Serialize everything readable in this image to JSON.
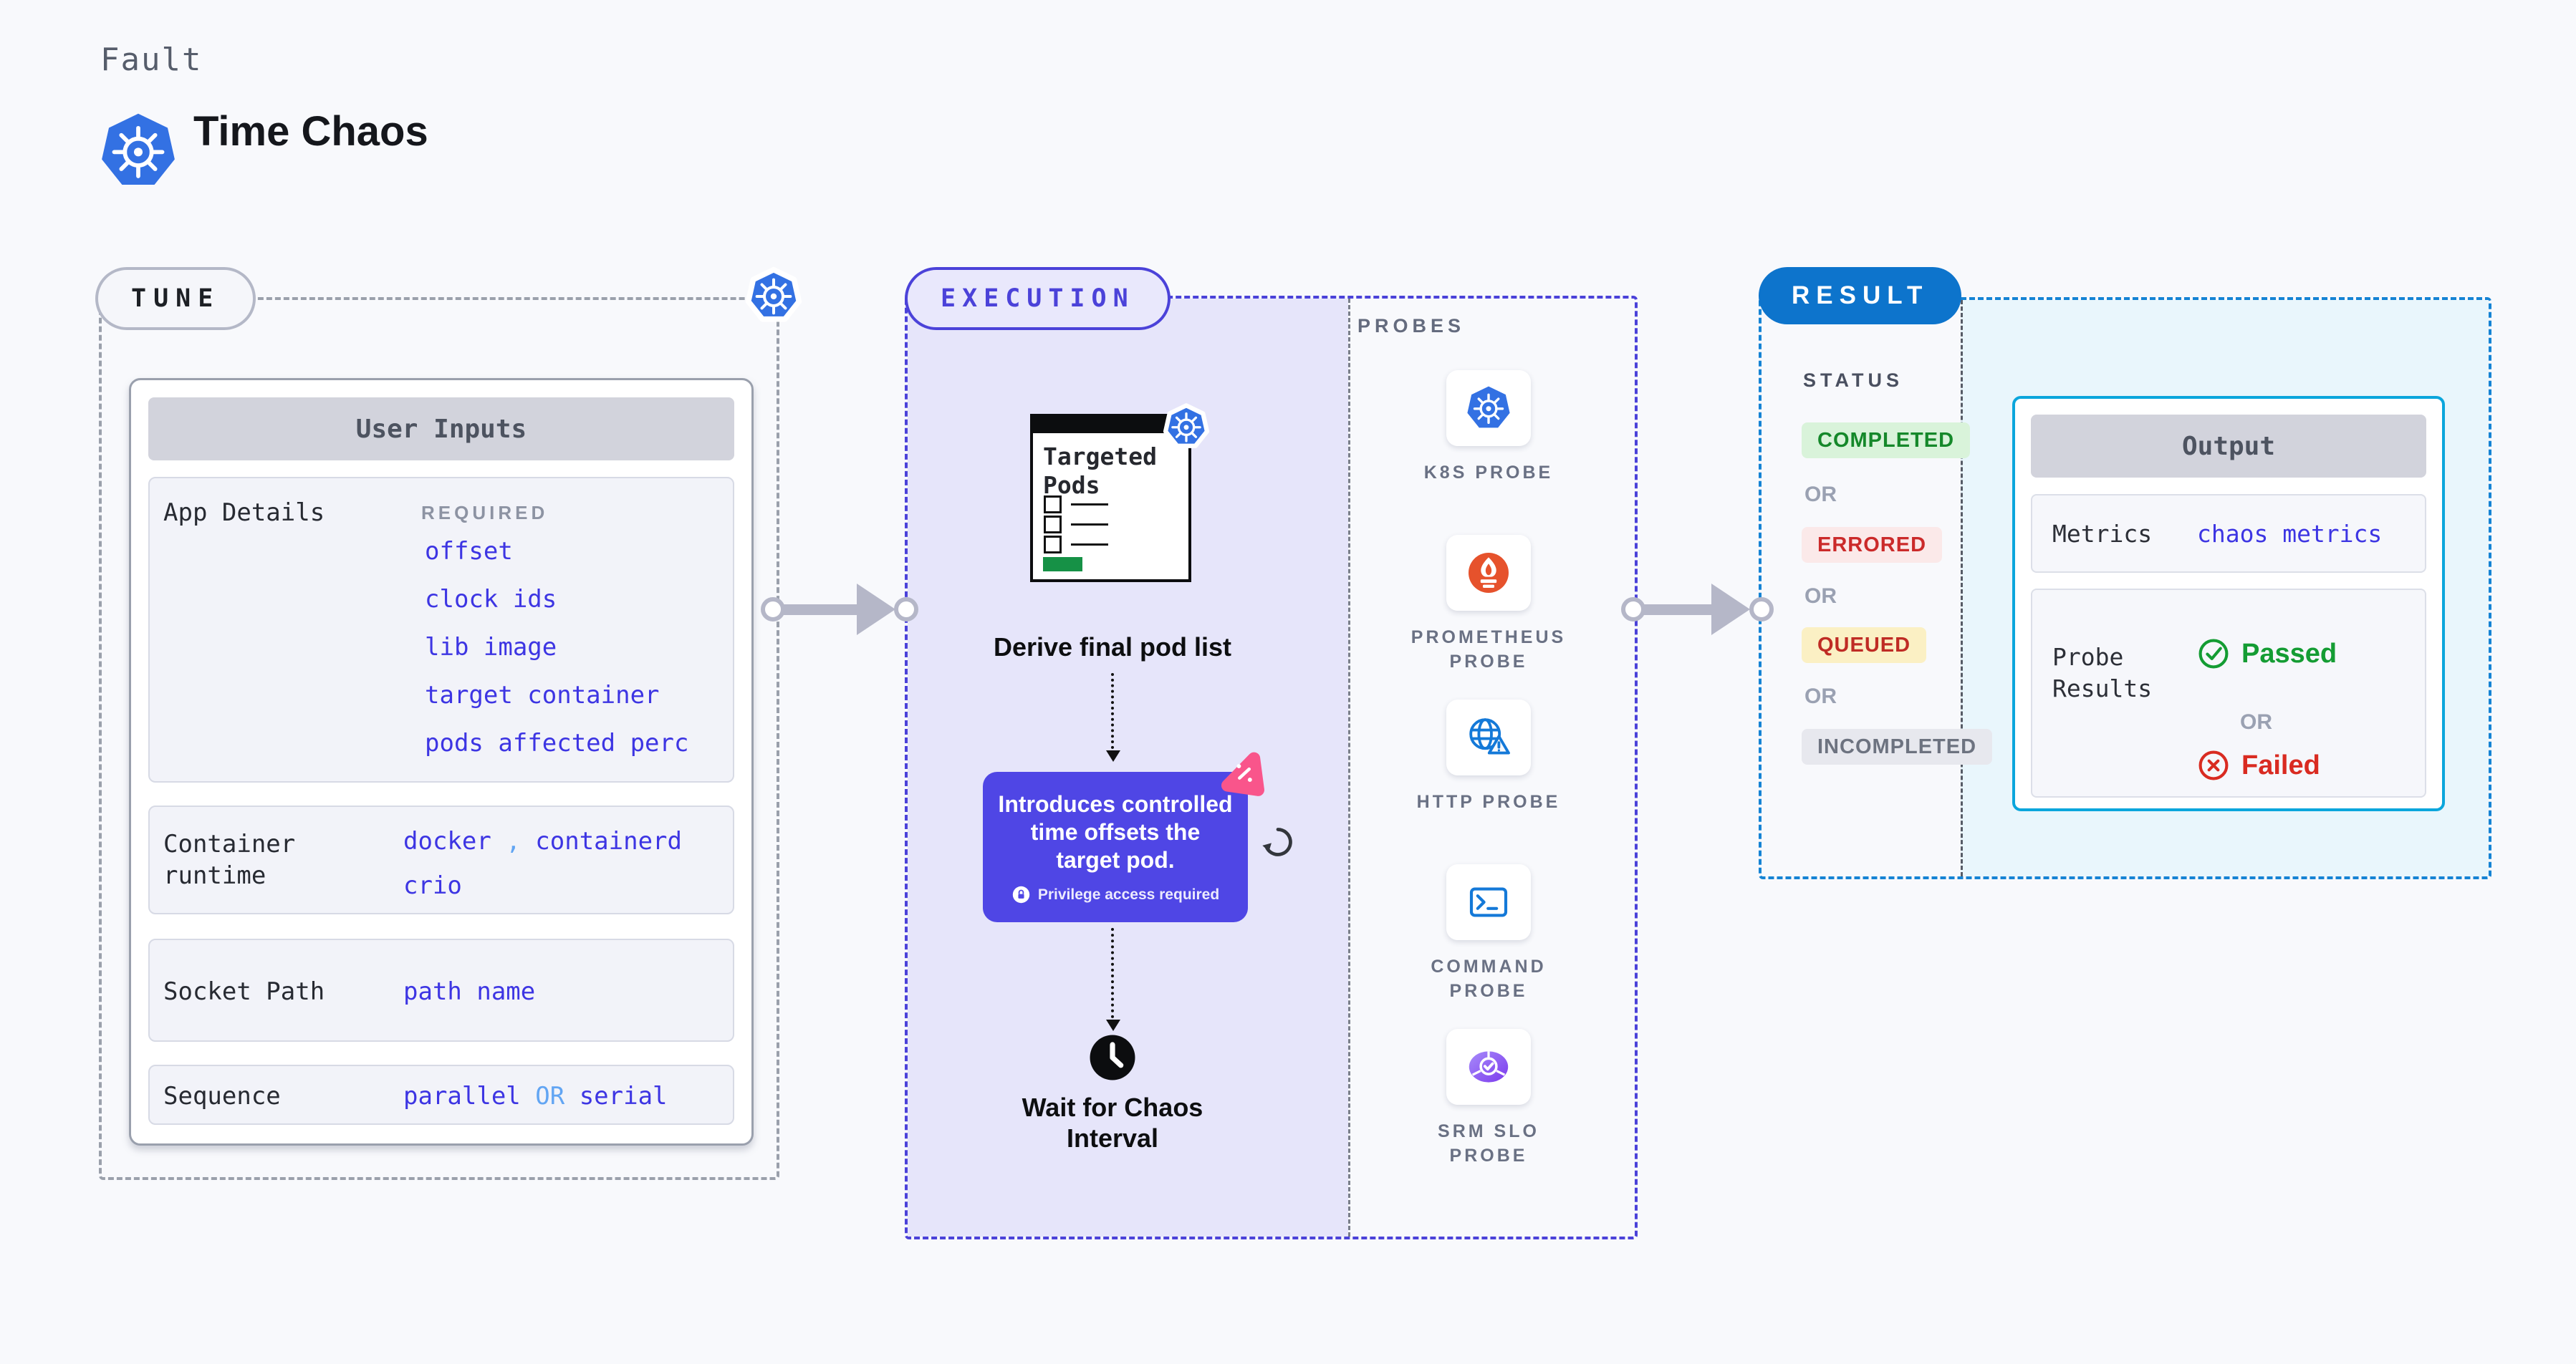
{
  "header": {
    "eyebrow": "Fault",
    "title": "Time Chaos"
  },
  "tune": {
    "label": "TUNE",
    "card": {
      "title": "User Inputs",
      "app_details": {
        "label": "App Details",
        "tag": "REQUIRED",
        "values": [
          "offset",
          "clock ids",
          "lib image",
          "target container",
          "pods affected perc"
        ]
      },
      "container_runtime": {
        "label": "Container runtime",
        "value_1": "docker",
        "separator": ",",
        "value_2": "containerd",
        "value_3": "crio"
      },
      "socket_path": {
        "label": "Socket Path",
        "value": "path name"
      },
      "sequence": {
        "label": "Sequence",
        "value_1": "parallel",
        "connector": "OR",
        "value_2": "serial"
      }
    }
  },
  "execution": {
    "label": "EXECUTION",
    "targeted_pods": {
      "title": "Targeted Pods"
    },
    "step_1": "Derive final pod list",
    "tooltip": {
      "text": "Introduces controlled time offsets the target pod.",
      "note": "Privilege access required"
    },
    "step_2": "Wait for Chaos Interval"
  },
  "probes": {
    "label": "PROBES",
    "items": [
      {
        "name": "K8S PROBE",
        "icon": "kubernetes-icon"
      },
      {
        "name": "PROMETHEUS PROBE",
        "icon": "prometheus-icon"
      },
      {
        "name": "HTTP PROBE",
        "icon": "globe-warning-icon"
      },
      {
        "name": "COMMAND PROBE",
        "icon": "terminal-icon"
      },
      {
        "name": "SRM SLO PROBE",
        "icon": "slo-pie-check-icon"
      }
    ]
  },
  "result": {
    "label": "RESULT",
    "status_heading": "STATUS",
    "or": "OR",
    "statuses": [
      {
        "text": "COMPLETED",
        "color": "#15882a"
      },
      {
        "text": "ERRORED",
        "color": "#cb2a2a"
      },
      {
        "text": "QUEUED",
        "color": "#bf2b24"
      },
      {
        "text": "INCOMPLETED",
        "color": "#6d7380"
      }
    ],
    "output": {
      "title": "Output",
      "metrics_label": "Metrics",
      "metrics_value": "chaos metrics",
      "probe_results_label": "Probe Results",
      "passed": "Passed",
      "or": "OR",
      "failed": "Failed"
    }
  },
  "colors": {
    "kubernetes_blue": "#3371e3",
    "execution_indigo": "#4b42d9",
    "tooltip_indigo": "#4f46e5",
    "pink_accent": "#f9558b",
    "result_blue": "#0d74cc",
    "output_border_cyan": "#0ba6dc",
    "value_blue": "#3d35e3",
    "light_blue": "#62a5f3",
    "prometheus_orange": "#e6522c",
    "srm_purple": "#7c3aed",
    "green_bar": "#169146",
    "passed_green": "#149c33",
    "failed_red": "#d92b21"
  }
}
